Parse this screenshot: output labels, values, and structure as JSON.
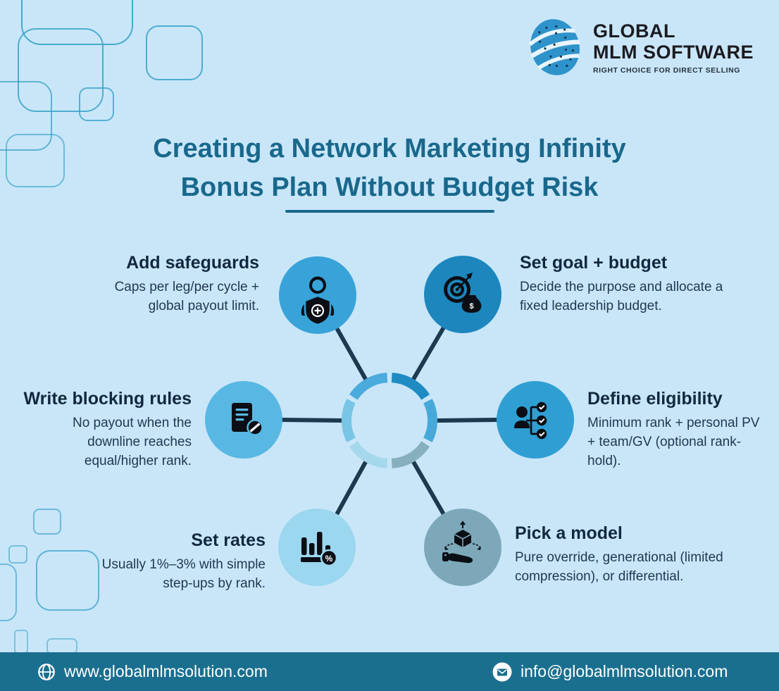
{
  "logo": {
    "line1": "GLOBAL",
    "line2": "MLM SOFTWARE",
    "tagline": "RIGHT CHOICE FOR DIRECT SELLING",
    "icon": "mlm-logo-globe-icon"
  },
  "title": {
    "line1": "Creating a Network Marketing Infinity",
    "line2": "Bonus Plan Without Budget Risk"
  },
  "diagram": {
    "type": "hub-and-spoke, 6 nodes around segmented ring",
    "ring_segment_colors": [
      "#1e8cc2",
      "#47a9d9",
      "#87b0bf",
      "#a6d8eb",
      "#79c5e6",
      "#4aabdc"
    ],
    "nodes": [
      {
        "key": "add-safeguards",
        "title": "Add safeguards",
        "desc": "Caps per leg/per cycle + global payout limit.",
        "icon": "user-shield-plus-icon",
        "circle_color": "#38a3d8"
      },
      {
        "key": "set-goal-budget",
        "title": "Set goal + budget",
        "desc": "Decide the purpose and allocate a fixed leadership budget.",
        "icon": "target-money-bag-icon",
        "circle_color": "#1d87bd"
      },
      {
        "key": "write-blocking-rules",
        "title": "Write blocking rules",
        "desc": "No payout when the downline reaches equal/higher rank.",
        "icon": "document-block-icon",
        "circle_color": "#58b8e3"
      },
      {
        "key": "define-eligibility",
        "title": "Define eligibility",
        "desc": "Minimum rank + personal PV + team/GV (optional rank-hold).",
        "icon": "person-checklist-icon",
        "circle_color": "#2f9fd3"
      },
      {
        "key": "set-rates",
        "title": "Set rates",
        "desc": "Usually 1%–3% with simple step-ups by rank.",
        "icon": "bar-chart-percent-icon",
        "circle_color": "#9bd7ee"
      },
      {
        "key": "pick-model",
        "title": "Pick a model",
        "desc": "Pure override, generational (limited compression), or differential.",
        "icon": "cube-hand-icon",
        "circle_color": "#7ca8b9"
      }
    ]
  },
  "icon_glyphs": {
    "dollar": "$",
    "percent": "%"
  },
  "footer": {
    "website": "www.globalmlmsolution.com",
    "email": "info@globalmlmsolution.com",
    "website_icon": "globe-icon",
    "email_icon": "envelope-icon"
  },
  "colors": {
    "background": "#c9e6f9",
    "title_teal": "#19688c",
    "heading_text": "#12283e",
    "body_text": "#223850",
    "footer_bg": "#1a6f8f",
    "spoke": "#1b3a50",
    "decor_outline": "#2f9dc5"
  }
}
